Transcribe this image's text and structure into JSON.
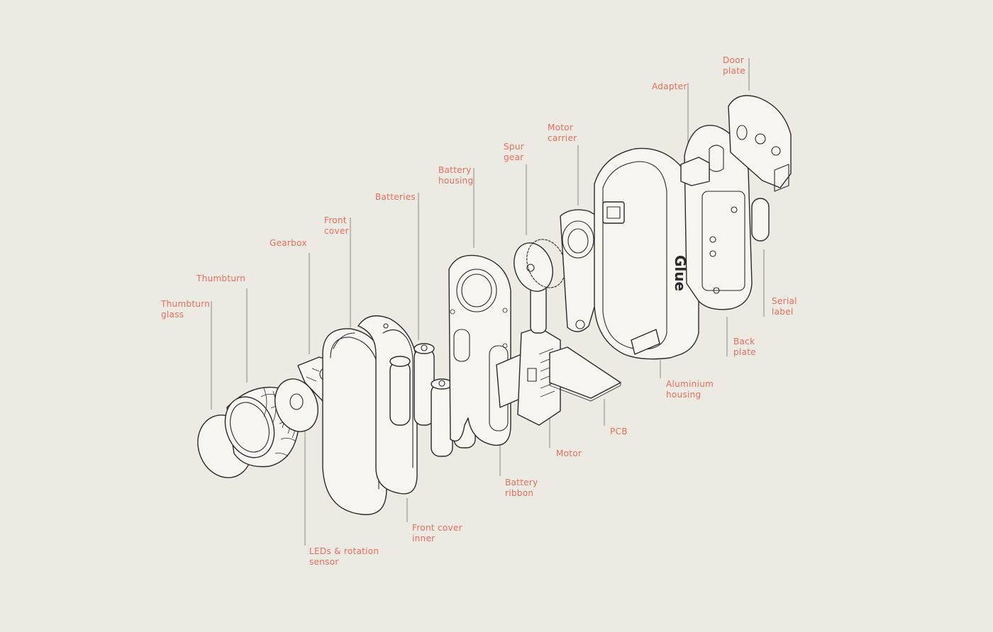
{
  "brand_mark": "Glue",
  "colors": {
    "background": "#edeae3",
    "label": "#e36e5c",
    "leader": "#8b8882",
    "outline": "#2a2a2a"
  },
  "labels": {
    "thumbturn_glass": [
      "Thumbturn",
      "glass"
    ],
    "thumbturn": [
      "Thumbturn"
    ],
    "gearbox": [
      "Gearbox"
    ],
    "leds_rotation_sensor": [
      "LEDs & rotation",
      "sensor"
    ],
    "front_cover": [
      "Front",
      "cover"
    ],
    "front_cover_inner": [
      "Front cover",
      "inner"
    ],
    "batteries": [
      "Batteries"
    ],
    "battery_housing": [
      "Battery",
      "housing"
    ],
    "battery_ribbon": [
      "Battery",
      "ribbon"
    ],
    "spur_gear": [
      "Spur",
      "gear"
    ],
    "motor": [
      "Motor"
    ],
    "motor_carrier": [
      "Motor",
      "carrier"
    ],
    "pcb": [
      "PCB"
    ],
    "aluminium_housing": [
      "Aluminium",
      "housing"
    ],
    "adapter": [
      "Adapter"
    ],
    "door_plate": [
      "Door",
      "plate"
    ],
    "back_plate": [
      "Back",
      "plate"
    ],
    "serial_label": [
      "Serial",
      "label"
    ]
  }
}
